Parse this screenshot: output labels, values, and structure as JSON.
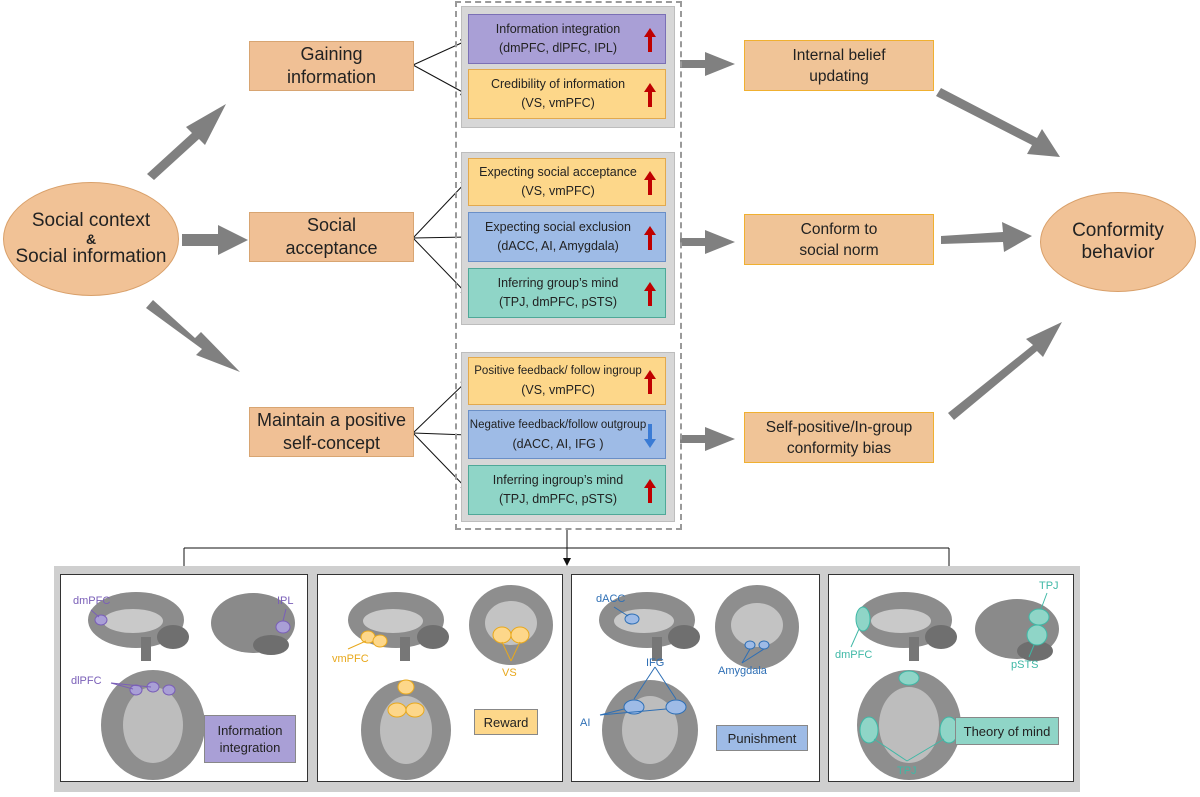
{
  "source": {
    "line1": "Social context",
    "line2": "&",
    "line3": "Social information"
  },
  "target": {
    "line1": "Conformity",
    "line2": "behavior"
  },
  "stages": [
    {
      "line1": "Gaining",
      "line2": "information"
    },
    {
      "line1": "Social",
      "line2": "acceptance"
    },
    {
      "line1": "Maintain a positive",
      "line2": "self-concept"
    }
  ],
  "outcomes": [
    {
      "line1": "Internal belief",
      "line2": "updating"
    },
    {
      "line1": "Conform to",
      "line2": "social norm"
    },
    {
      "line1": "Self-positive/In-group",
      "line2": "conformity bias"
    }
  ],
  "groups": [
    {
      "items": [
        {
          "title": "Information integration",
          "regions": "(dmPFC, dlPFC, IPL)",
          "direction": "up",
          "color": "purple"
        },
        {
          "title": "Credibility of information",
          "regions": "(VS, vmPFC)",
          "direction": "up",
          "color": "yellow"
        }
      ]
    },
    {
      "items": [
        {
          "title": "Expecting social acceptance",
          "regions": "(VS, vmPFC)",
          "direction": "up",
          "color": "yellow"
        },
        {
          "title": "Expecting social exclusion",
          "regions": "(dACC, AI, Amygdala)",
          "direction": "up",
          "color": "blue"
        },
        {
          "title": "Inferring  group’s mind",
          "regions": "(TPJ, dmPFC, pSTS)",
          "direction": "up",
          "color": "teal"
        }
      ]
    },
    {
      "items": [
        {
          "title": "Positive feedback/ follow  ingroup",
          "regions": "(VS, vmPFC)",
          "direction": "up",
          "color": "yellow"
        },
        {
          "title": "Negative feedback/follow outgroup",
          "regions": "(dACC, AI, IFG )",
          "direction": "down",
          "color": "blue"
        },
        {
          "title": "Inferring ingroup’s mind",
          "regions": "(TPJ, dmPFC, pSTS)",
          "direction": "up",
          "color": "teal"
        }
      ]
    }
  ],
  "panels": [
    {
      "label_line1": "Information",
      "label_line2": "integration",
      "regions": {
        "a": "dmPFC",
        "b": "IPL",
        "c": "dlPFC"
      },
      "color": "#7a5fb8"
    },
    {
      "label_line1": "Reward",
      "label_line2": "",
      "regions": {
        "a": "vmPFC",
        "b": "VS"
      },
      "color": "#e8a81c"
    },
    {
      "label_line1": "Punishment",
      "label_line2": "",
      "regions": {
        "a": "dACC",
        "b": "IFG",
        "c": "Amygdala",
        "d": "AI"
      },
      "color": "#2e6fb5"
    },
    {
      "label_line1": "Theory of mind",
      "label_line2": "",
      "regions": {
        "a": "TPJ",
        "b": "dmPFC",
        "c": "pSTS",
        "d": "TPJ"
      },
      "color": "#3fb8a6"
    }
  ],
  "colors": {
    "purple": "#a99fd6",
    "yellow": "#fdd78a",
    "blue": "#9ebbe6",
    "teal": "#8fd5c7",
    "stage": "#f0c095",
    "up_arrow": "#c00000",
    "down_arrow": "#3a7bd5",
    "big_arrow": "#7f7f7f"
  }
}
